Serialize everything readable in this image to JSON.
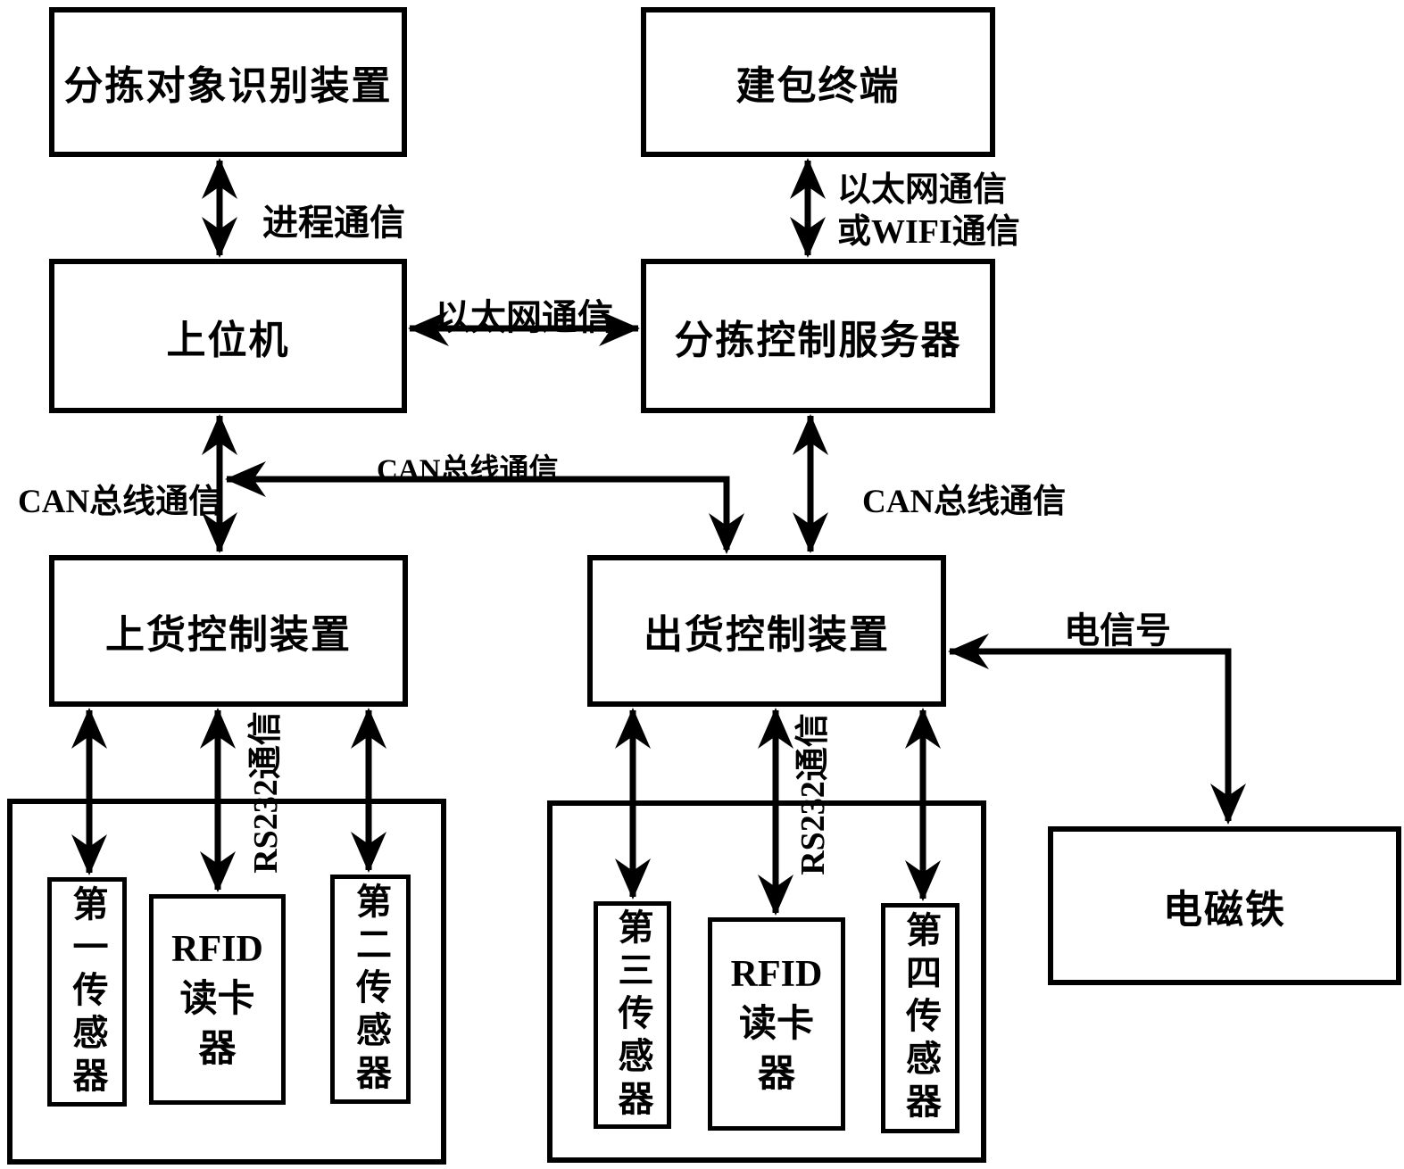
{
  "page": {
    "background": "#ffffff",
    "line_color": "#000000",
    "description": "Patent-style block diagram of a parcel sorting control system"
  },
  "boxes": {
    "recognition": {
      "label": "分拣对象识别装置"
    },
    "packing_terminal": {
      "label": "建包终端"
    },
    "host_computer": {
      "label": "上位机"
    },
    "sorting_server": {
      "label": "分拣控制服务器"
    },
    "loading_controller": {
      "label": "上货控制装置"
    },
    "shipping_controller": {
      "label": "出货控制装置"
    },
    "electromagnet": {
      "label": "电磁铁"
    },
    "sensor1": {
      "label": "第一传感器"
    },
    "rfid_left": {
      "label": "RFID\n读卡\n器"
    },
    "sensor2": {
      "label": "第二传感器"
    },
    "sensor3": {
      "label": "第三传感器"
    },
    "rfid_right": {
      "label": "RFID\n读卡\n器"
    },
    "sensor4": {
      "label": "第四传感器"
    }
  },
  "connections": {
    "process_comm": {
      "label": "进程通信"
    },
    "eth_or_wifi": {
      "line1": "以太网通信",
      "line2": "或WIFI通信"
    },
    "ethernet": {
      "label": "以太网通信"
    },
    "can_left": {
      "label": "CAN总线通信"
    },
    "can_mid": {
      "label": "CAN总线通信"
    },
    "can_right": {
      "label": "CAN总线通信"
    },
    "rs232_left": {
      "label": "RS232通信"
    },
    "rs232_right": {
      "label": "RS232通信"
    },
    "electric_signal": {
      "label": "电信号"
    }
  }
}
